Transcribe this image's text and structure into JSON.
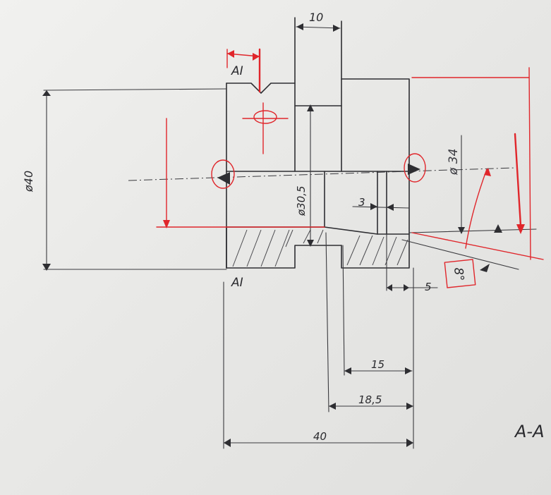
{
  "section_marks": {
    "top": "AI",
    "bottom": "AI"
  },
  "section_title": "A-A",
  "dimensions": {
    "top_width": "10",
    "outer_diameter": "ø40",
    "inner_diameter": "ø30,5",
    "groove_width": "3",
    "cone_length": "5",
    "step_15": "15",
    "step_18_5": "18,5",
    "overall_length": "40",
    "red_diameter": "ø 34",
    "red_angle": "8°"
  },
  "colors": {
    "pencil": "#2e2e32",
    "correction": "#e0262b",
    "paper": "#ececea"
  }
}
